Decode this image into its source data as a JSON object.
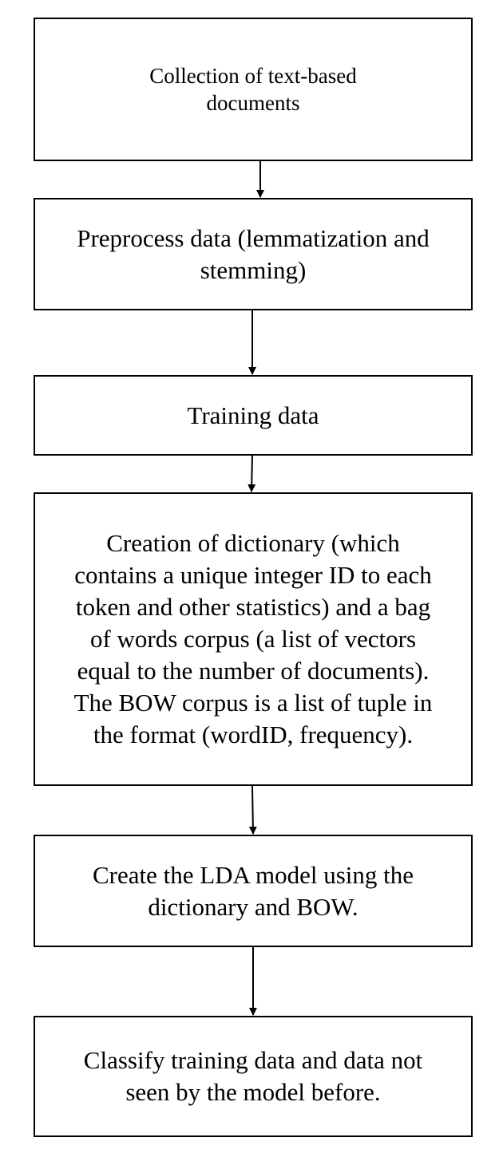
{
  "flowchart": {
    "steps": [
      {
        "label": "Collection of text-based\ndocuments"
      },
      {
        "label": "Preprocess data (lemmatization and\nstemming)"
      },
      {
        "label": "Training data"
      },
      {
        "label": "Creation of dictionary (which\ncontains a unique integer ID to each\ntoken and other statistics) and a bag\nof words corpus (a list of vectors\nequal to the number of documents).\nThe BOW corpus is a list of tuple in\nthe format (wordID, frequency)."
      },
      {
        "label": "Create the LDA model using the\ndictionary and BOW."
      },
      {
        "label": "Classify training data and data not\nseen by the model before."
      }
    ]
  },
  "colors": {
    "stroke": "#000000",
    "background": "#ffffff"
  }
}
